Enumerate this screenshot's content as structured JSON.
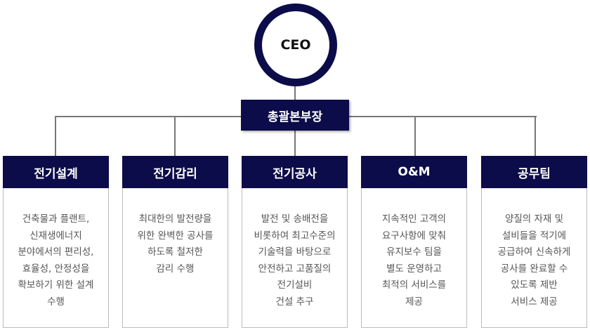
{
  "ceo": {
    "label": "CEO"
  },
  "general_manager": {
    "label": "총괄본부장"
  },
  "colors": {
    "navy": "#0c0c4a",
    "line": "#777777"
  },
  "departments": [
    {
      "title": "전기설계",
      "description": "건축물과 플랜트,\n신재생에너지\n분야에서의 편리성,\n효율성, 안정성을\n확보하기 위한 설계\n수행"
    },
    {
      "title": "전기감리",
      "description": "최대한의 발전량을\n위한 완벽한 공사를\n하도록 철저한\n감리 수행"
    },
    {
      "title": "전기공사",
      "description": "발전 및 송배전을\n비롯하여 최고수준의\n기술력을 바탕으로\n안전하고 고품질의\n전기설비\n건설 추구"
    },
    {
      "title": "O&M",
      "description": "지속적인 고객의\n요구사항에 맞춰\n유지보수 팀을\n별도 운영하고\n최적의 서비스를\n제공"
    },
    {
      "title": "공무팀",
      "description": "양질의 자재 및\n설비들을 적기에\n공급하여 신속하게\n공사를 완료할 수\n있도록 제반\n서비스 제공"
    }
  ]
}
